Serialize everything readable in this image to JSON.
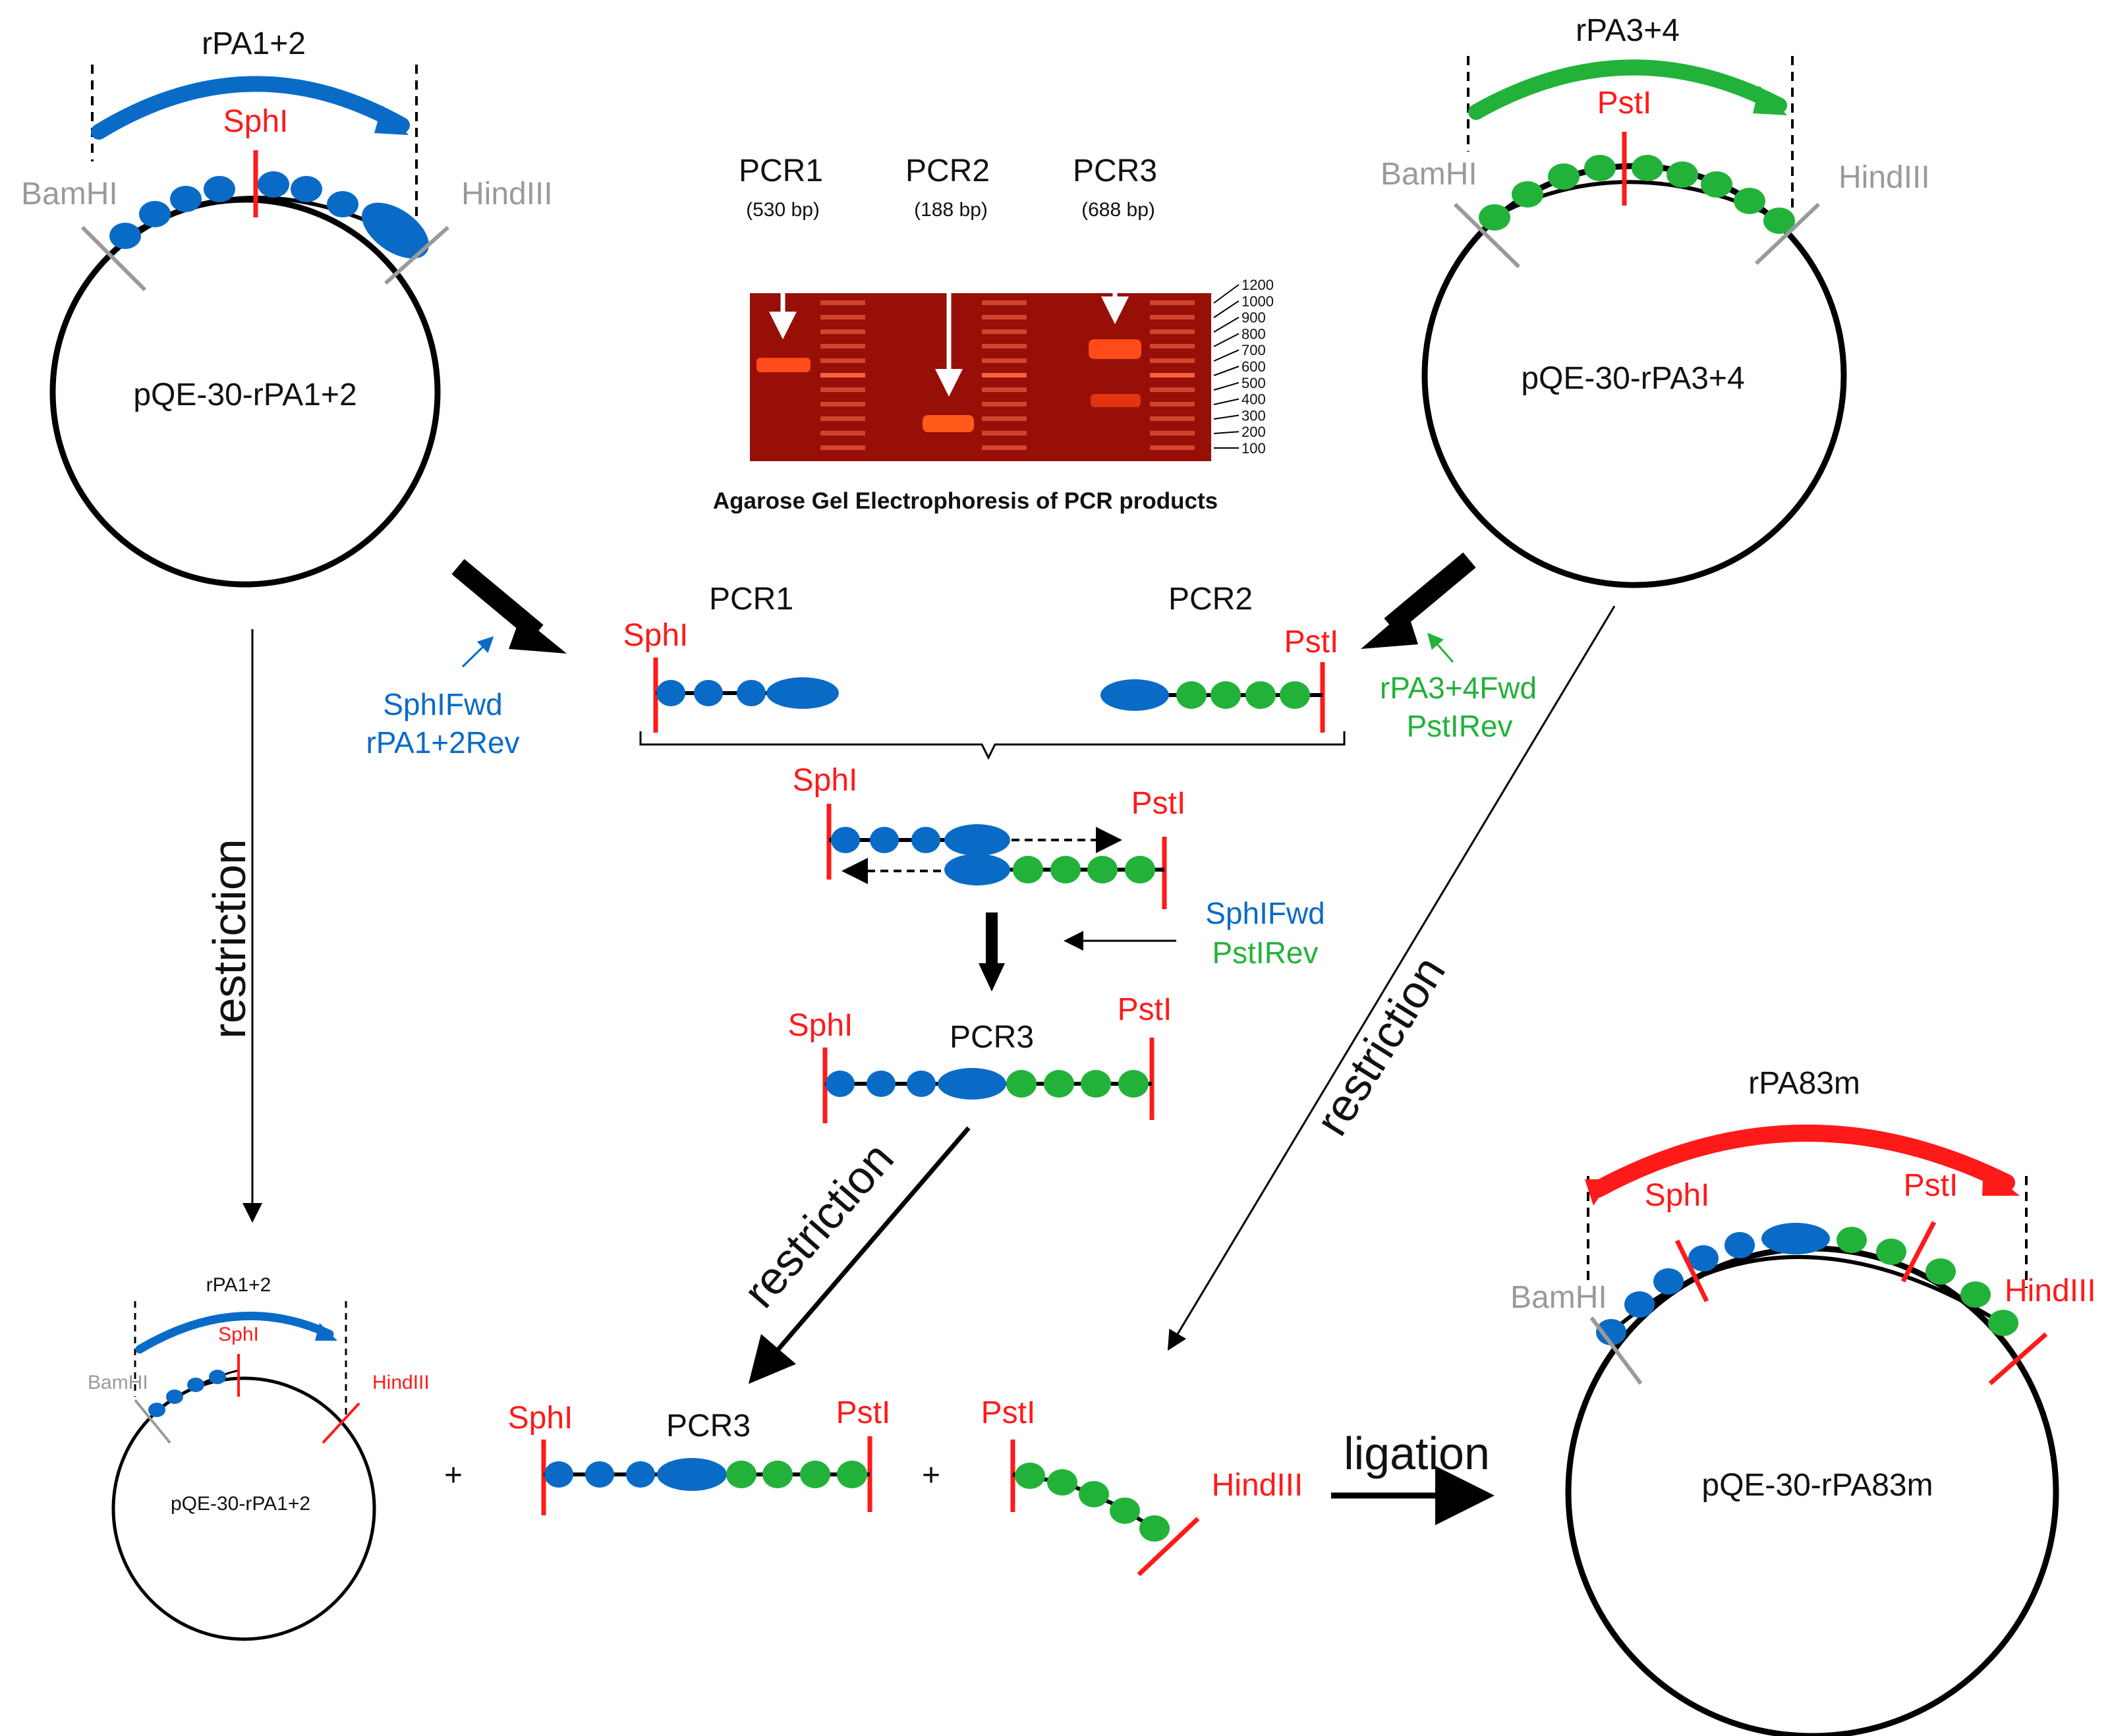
{
  "colors": {
    "blue": "#0a6bc7",
    "green": "#22b23a",
    "red": "#ff1a1a",
    "grey": "#9a9a9a",
    "black": "#000000",
    "gel": "#8b0000"
  },
  "top_left": {
    "arc_label": "rPA1+2",
    "site_mid": "SphI",
    "site_left": "BamHI",
    "site_right": "HindIII",
    "plasmid": "pQE-30-rPA1+2"
  },
  "top_right": {
    "arc_label": "rPA3+4",
    "site_mid": "PstI",
    "site_left": "BamHI",
    "site_right": "HindIII",
    "plasmid": "pQE-30-rPA3+4"
  },
  "gel": {
    "lane_labels": [
      {
        "name": "PCR1",
        "size": "(530 bp)"
      },
      {
        "name": "PCR2",
        "size": "(188 bp)"
      },
      {
        "name": "PCR3",
        "size": "(688 bp)"
      }
    ],
    "ladder": [
      "1200",
      "1000",
      "900",
      "800",
      "700",
      "600",
      "500",
      "400",
      "300",
      "200",
      "100"
    ],
    "caption": "Agarose Gel Electrophoresis of PCR products"
  },
  "pcr_step": {
    "pcr1_label": "PCR1",
    "pcr2_label": "PCR2",
    "pcr1_site": "SphI",
    "pcr2_site": "PstI",
    "primers_left": [
      "SphIFwd",
      "rPA1+2Rev"
    ],
    "primers_right": [
      "rPA3+4Fwd",
      "PstIRev"
    ]
  },
  "overlap": {
    "site_left": "SphI",
    "site_right": "PstI",
    "primers": [
      "SphIFwd",
      "PstIRev"
    ]
  },
  "pcr3": {
    "label": "PCR3",
    "site_left": "SphI",
    "site_right": "PstI"
  },
  "arrows": {
    "restriction": "restriction",
    "ligation": "ligation"
  },
  "bottom_left": {
    "arc_label": "rPA1+2",
    "site_mid": "SphI",
    "site_left": "BamHI",
    "site_right": "HindIII",
    "plasmid": "pQE-30-rPA1+2"
  },
  "bottom_mid": {
    "plus": "+",
    "label": "PCR3",
    "site_left": "SphI",
    "site_right": "PstI"
  },
  "bottom_frag": {
    "plus": "+",
    "site_left": "PstI",
    "site_right": "HindIII"
  },
  "bottom_right": {
    "arc_label": "rPA83m",
    "site_a": "SphI",
    "site_b": "PstI",
    "site_left": "BamHI",
    "site_right": "HindIII",
    "plasmid": "pQE-30-rPA83m"
  }
}
